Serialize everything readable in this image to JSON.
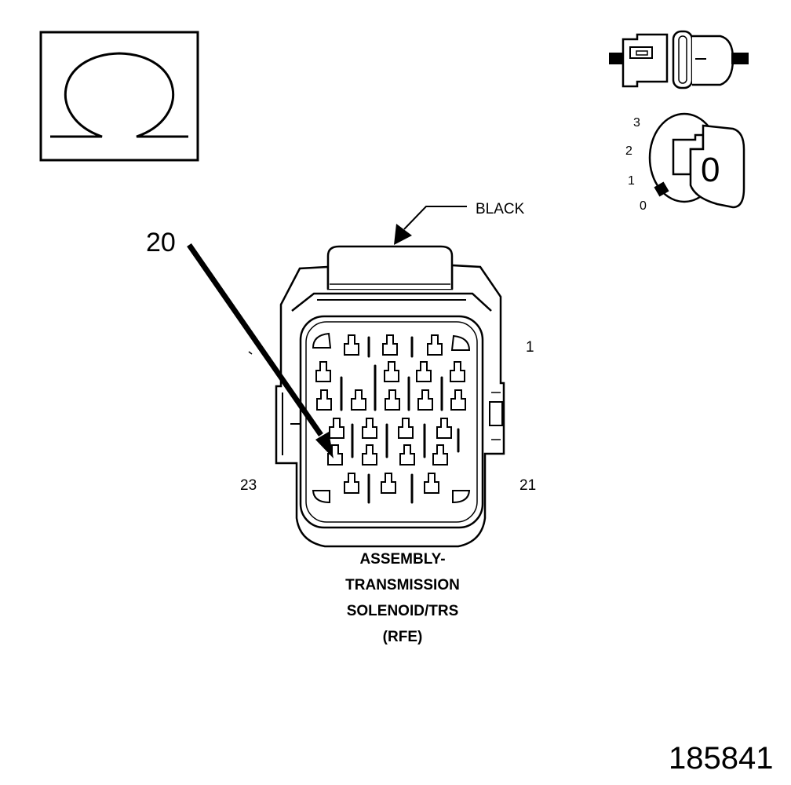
{
  "colors": {
    "ink": "#000000",
    "paper": "#ffffff"
  },
  "ohmmeter_symbol": {
    "icon": "ohm-icon"
  },
  "connector_icon": {
    "icon": "disconnected-connector-icon"
  },
  "ignition": {
    "icon": "ignition-key-icon",
    "key_label": "0",
    "positions": [
      "3",
      "2",
      "1",
      "0"
    ]
  },
  "connector": {
    "color_label": "BLACK",
    "cavity_callout": "20",
    "pin_labels": {
      "top_right": "1",
      "bottom_left": "23",
      "bottom_right": "21"
    },
    "caption_lines": [
      "ASSEMBLY-",
      "TRANSMISSION",
      "SOLENOID/TRS",
      "(RFE)"
    ]
  },
  "figure_number": "185841"
}
